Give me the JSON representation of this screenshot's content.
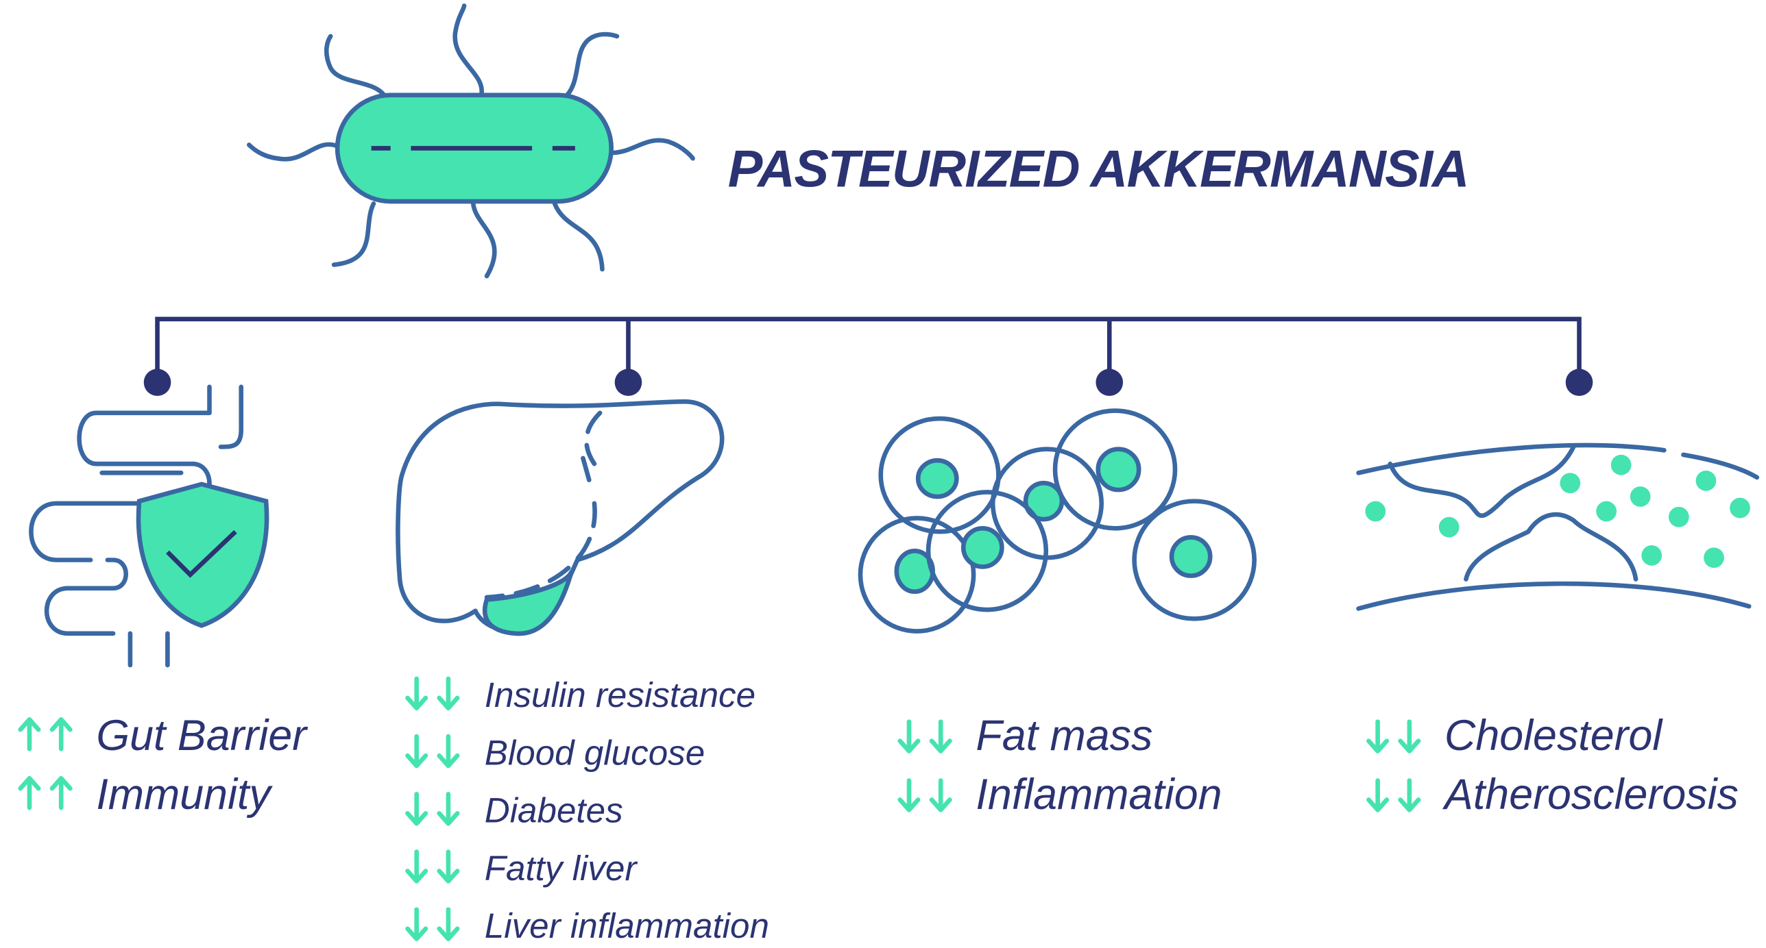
{
  "title": "PASTEURIZED AKKERMANSIA",
  "colors": {
    "navy": "#2b3372",
    "teal": "#45e3b0",
    "outline": "#3a68a3"
  },
  "branches": [
    {
      "icon": "intestine-shield-icon",
      "direction": "up",
      "effects": [
        "Gut Barrier",
        "Immunity"
      ]
    },
    {
      "icon": "liver-icon",
      "direction": "down",
      "effects": [
        "Insulin resistance",
        "Blood glucose",
        "Diabetes",
        "Fatty liver",
        "Liver inflammation"
      ]
    },
    {
      "icon": "fat-cells-icon",
      "direction": "down",
      "effects": [
        "Fat mass",
        "Inflammation"
      ]
    },
    {
      "icon": "artery-plaque-icon",
      "direction": "down",
      "effects": [
        "Cholesterol",
        "Atherosclerosis"
      ]
    }
  ]
}
